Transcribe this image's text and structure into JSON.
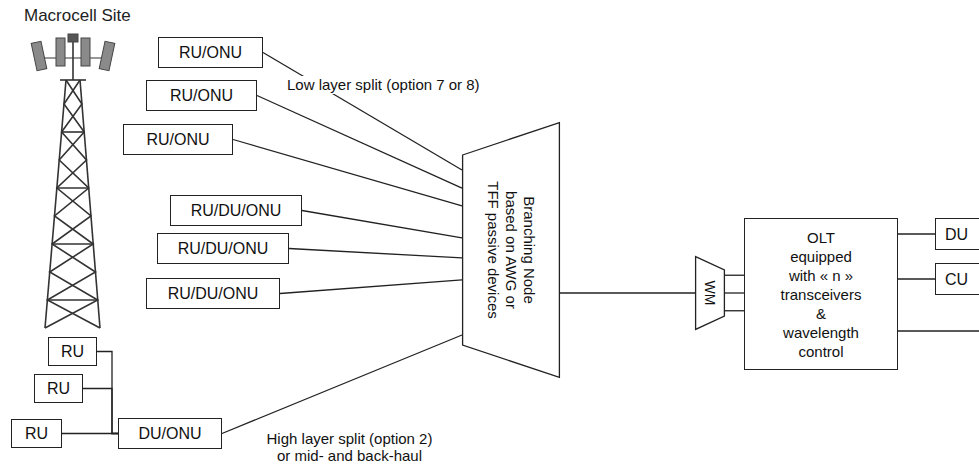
{
  "diagram": {
    "title": "Macrocell Site",
    "nodes": [
      {
        "text": [
          "RU/ONU"
        ]
      },
      {
        "text": [
          "RU/ONU"
        ]
      },
      {
        "text": [
          "RU/ONU"
        ]
      },
      {
        "text": [
          "RU/DU/ONU"
        ]
      },
      {
        "text": [
          "RU/DU/ONU"
        ]
      },
      {
        "text": [
          "RU/DU/ONU"
        ]
      },
      {
        "text": [
          "RU"
        ]
      },
      {
        "text": [
          "RU"
        ]
      },
      {
        "text": [
          "RU"
        ]
      },
      {
        "text": [
          "DU/ONU"
        ]
      },
      {
        "text": [
          "Branching Node based on AWG or TFF passive devices"
        ]
      },
      {
        "text": [
          "WM"
        ]
      },
      {
        "text": [
          "OLT equipped with « n » transceivers & wavelength control"
        ]
      },
      {
        "text": [
          "DU"
        ]
      },
      {
        "text": [
          "CU"
        ]
      }
    ],
    "edges": [
      {
        "from": 0,
        "to": 10,
        "arrow": "none"
      },
      {
        "from": 1,
        "to": 10,
        "arrow": "none"
      },
      {
        "from": 2,
        "to": 10,
        "arrow": "none"
      },
      {
        "from": 3,
        "to": 10,
        "arrow": "none"
      },
      {
        "from": 4,
        "to": 10,
        "arrow": "none"
      },
      {
        "from": 5,
        "to": 10,
        "arrow": "none"
      },
      {
        "from": 6,
        "to": 9,
        "arrow": "none"
      },
      {
        "from": 7,
        "to": 9,
        "arrow": "none"
      },
      {
        "from": 8,
        "to": 9,
        "arrow": "none"
      },
      {
        "from": 9,
        "to": 10,
        "arrow": "none"
      },
      {
        "from": 10,
        "to": 11,
        "arrow": "none"
      },
      {
        "from": 11,
        "to": 12,
        "arrow": "none"
      },
      {
        "from": 11,
        "to": 12,
        "arrow": "none"
      },
      {
        "from": 11,
        "to": 12,
        "arrow": "none"
      },
      {
        "from": 12,
        "to": 13,
        "arrow": "none"
      },
      {
        "from": 12,
        "to": 14,
        "arrow": "none"
      }
    ],
    "labels": [
      "Low layer split (option 7 or 8)",
      "High layer split (option 2) or mid- and back-haul"
    ]
  }
}
